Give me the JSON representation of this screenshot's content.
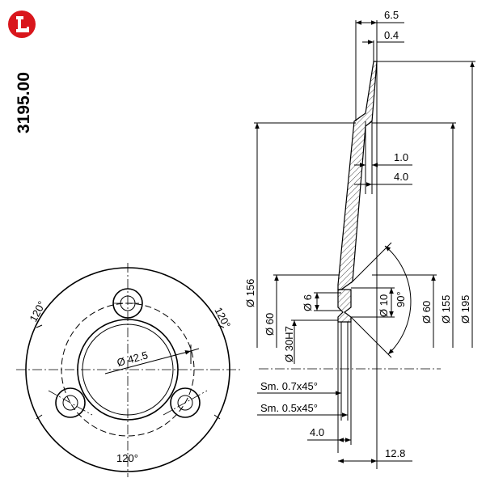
{
  "part_number": "3195.00",
  "brand_color": "#d9161c",
  "icon": "faucet-logo-icon",
  "front_view": {
    "bore_diameter": "Ø 42.5",
    "angle_left": "120°",
    "angle_right": "120°",
    "angle_bottom": "120°"
  },
  "section_view": {
    "top_width_total": "6.5",
    "top_width_edge": "0.4",
    "step_one": "1.0",
    "step_two": "4.0",
    "dia_156": "Ø 156",
    "dia_60_left": "Ø 60",
    "dia_6": "Ø 6",
    "dia_30h7": "Ø 30H7",
    "dia_10": "Ø 10",
    "angle_90": "90°",
    "dia_60_right": "Ø 60",
    "dia_155": "Ø 155",
    "dia_195": "Ø 195",
    "chamfer_1": "Sm. 0.7x45°",
    "chamfer_2": "Sm. 0.5x45°",
    "hub_width": "4.0",
    "overall_width": "12.8"
  }
}
